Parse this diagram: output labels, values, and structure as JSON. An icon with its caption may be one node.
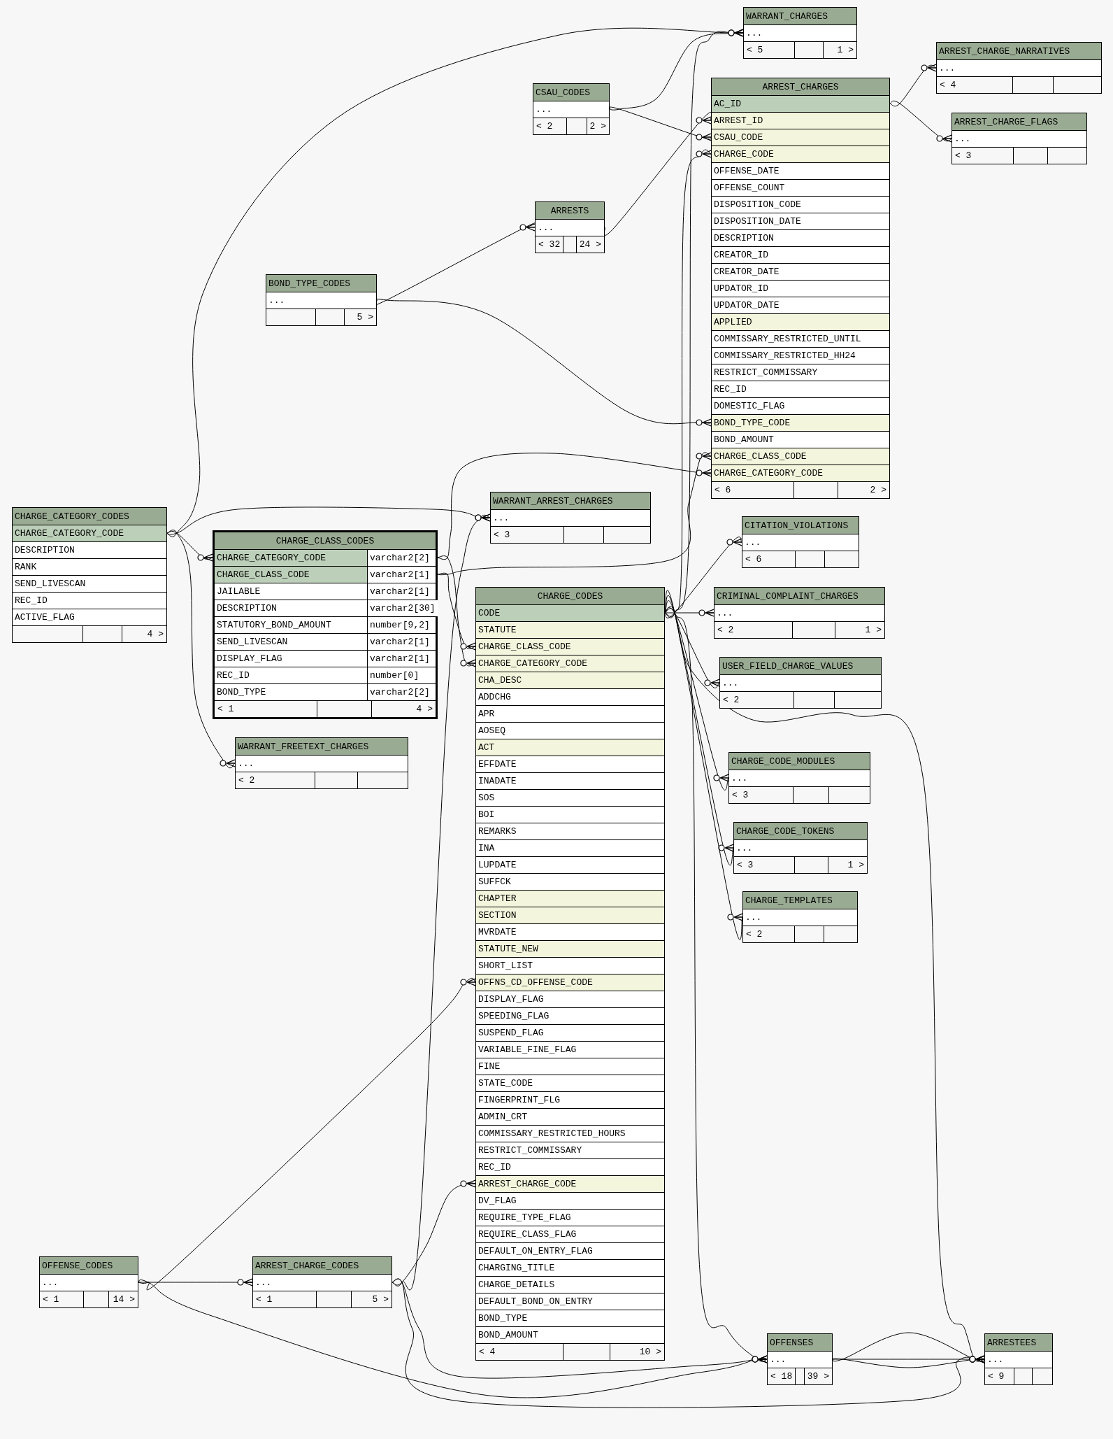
{
  "diagram": {
    "nodes": [
      {
        "text": [
          "WARRANT_CHARGES",
          "< 5",
          "1 >"
        ]
      },
      {
        "text": [
          "..."
        ],
        "in": 0
      },
      {
        "text": [
          "ARREST_CHARGE_NARRATIVES",
          "< 4"
        ]
      },
      {
        "text": [
          "..."
        ],
        "in": 2
      },
      {
        "text": [
          "CSAU_CODES",
          "< 2",
          "2 >"
        ]
      },
      {
        "text": [
          "..."
        ],
        "in": 4
      },
      {
        "text": [
          "ARREST_CHARGES",
          "< 6",
          "2 >"
        ]
      },
      {
        "text": [
          "AC_ID"
        ],
        "in": 6
      },
      {
        "text": [
          "ARREST_ID"
        ],
        "in": 6
      },
      {
        "text": [
          "CSAU_CODE"
        ],
        "in": 6
      },
      {
        "text": [
          "CHARGE_CODE"
        ],
        "in": 6
      },
      {
        "text": [
          "OFFENSE_DATE"
        ],
        "in": 6
      },
      {
        "text": [
          "OFFENSE_COUNT"
        ],
        "in": 6
      },
      {
        "text": [
          "DISPOSITION_CODE"
        ],
        "in": 6
      },
      {
        "text": [
          "DISPOSITION_DATE"
        ],
        "in": 6
      },
      {
        "text": [
          "DESCRIPTION"
        ],
        "in": 6
      },
      {
        "text": [
          "CREATOR_ID"
        ],
        "in": 6
      },
      {
        "text": [
          "CREATOR_DATE"
        ],
        "in": 6
      },
      {
        "text": [
          "UPDATOR_ID"
        ],
        "in": 6
      },
      {
        "text": [
          "UPDATOR_DATE"
        ],
        "in": 6
      },
      {
        "text": [
          "APPLIED"
        ],
        "in": 6
      },
      {
        "text": [
          "COMMISSARY_RESTRICTED_UNTIL"
        ],
        "in": 6
      },
      {
        "text": [
          "COMMISSARY_RESTRICTED_HH24"
        ],
        "in": 6
      },
      {
        "text": [
          "RESTRICT_COMMISSARY"
        ],
        "in": 6
      },
      {
        "text": [
          "REC_ID"
        ],
        "in": 6
      },
      {
        "text": [
          "DOMESTIC_FLAG"
        ],
        "in": 6
      },
      {
        "text": [
          "BOND_TYPE_CODE"
        ],
        "in": 6
      },
      {
        "text": [
          "BOND_AMOUNT"
        ],
        "in": 6
      },
      {
        "text": [
          "CHARGE_CLASS_CODE"
        ],
        "in": 6
      },
      {
        "text": [
          "CHARGE_CATEGORY_CODE"
        ],
        "in": 6
      },
      {
        "text": [
          "ARREST_CHARGE_FLAGS",
          "< 3"
        ]
      },
      {
        "text": [
          "..."
        ],
        "in": 30
      },
      {
        "text": [
          "ARRESTS",
          "< 32",
          "24 >"
        ]
      },
      {
        "text": [
          "..."
        ],
        "in": 32
      },
      {
        "text": [
          "BOND_TYPE_CODES",
          "5 >"
        ]
      },
      {
        "text": [
          "..."
        ],
        "in": 34
      },
      {
        "text": [
          "WARRANT_ARREST_CHARGES",
          "< 3"
        ]
      },
      {
        "text": [
          "..."
        ],
        "in": 36
      },
      {
        "text": [
          "CHARGE_CATEGORY_CODES",
          "4 >"
        ]
      },
      {
        "text": [
          "CHARGE_CATEGORY_CODE"
        ],
        "in": 38
      },
      {
        "text": [
          "DESCRIPTION"
        ],
        "in": 38
      },
      {
        "text": [
          "RANK"
        ],
        "in": 38
      },
      {
        "text": [
          "SEND_LIVESCAN"
        ],
        "in": 38
      },
      {
        "text": [
          "REC_ID"
        ],
        "in": 38
      },
      {
        "text": [
          "ACTIVE_FLAG"
        ],
        "in": 38
      },
      {
        "text": [
          "CHARGE_CLASS_CODES",
          "< 1",
          "4 >"
        ]
      },
      {
        "text": [
          "CHARGE_CATEGORY_CODE",
          "varchar2[2]"
        ],
        "in": 45
      },
      {
        "text": [
          "CHARGE_CLASS_CODE",
          "varchar2[1]"
        ],
        "in": 45
      },
      {
        "text": [
          "JAILABLE",
          "varchar2[1]"
        ],
        "in": 45
      },
      {
        "text": [
          "DESCRIPTION",
          "varchar2[30]"
        ],
        "in": 45
      },
      {
        "text": [
          "STATUTORY_BOND_AMOUNT",
          "number[9,2]"
        ],
        "in": 45
      },
      {
        "text": [
          "SEND_LIVESCAN",
          "varchar2[1]"
        ],
        "in": 45
      },
      {
        "text": [
          "DISPLAY_FLAG",
          "varchar2[1]"
        ],
        "in": 45
      },
      {
        "text": [
          "REC_ID",
          "number[0]"
        ],
        "in": 45
      },
      {
        "text": [
          "BOND_TYPE",
          "varchar2[2]"
        ],
        "in": 45
      },
      {
        "text": [
          "CITATION_VIOLATIONS",
          "< 6"
        ]
      },
      {
        "text": [
          "..."
        ],
        "in": 55
      },
      {
        "text": [
          "CHARGE_CODES",
          "< 4",
          "10 >"
        ]
      },
      {
        "text": [
          "CODE"
        ],
        "in": 57
      },
      {
        "text": [
          "STATUTE"
        ],
        "in": 57
      },
      {
        "text": [
          "CHARGE_CLASS_CODE"
        ],
        "in": 57
      },
      {
        "text": [
          "CHARGE_CATEGORY_CODE"
        ],
        "in": 57
      },
      {
        "text": [
          "CHA_DESC"
        ],
        "in": 57
      },
      {
        "text": [
          "ADDCHG"
        ],
        "in": 57
      },
      {
        "text": [
          "APR"
        ],
        "in": 57
      },
      {
        "text": [
          "AOSEQ"
        ],
        "in": 57
      },
      {
        "text": [
          "ACT"
        ],
        "in": 57
      },
      {
        "text": [
          "EFFDATE"
        ],
        "in": 57
      },
      {
        "text": [
          "INADATE"
        ],
        "in": 57
      },
      {
        "text": [
          "SOS"
        ],
        "in": 57
      },
      {
        "text": [
          "BOI"
        ],
        "in": 57
      },
      {
        "text": [
          "REMARKS"
        ],
        "in": 57
      },
      {
        "text": [
          "INA"
        ],
        "in": 57
      },
      {
        "text": [
          "LUPDATE"
        ],
        "in": 57
      },
      {
        "text": [
          "SUFFCK"
        ],
        "in": 57
      },
      {
        "text": [
          "CHAPTER"
        ],
        "in": 57
      },
      {
        "text": [
          "SECTION"
        ],
        "in": 57
      },
      {
        "text": [
          "MVRDATE"
        ],
        "in": 57
      },
      {
        "text": [
          "STATUTE_NEW"
        ],
        "in": 57
      },
      {
        "text": [
          "SHORT_LIST"
        ],
        "in": 57
      },
      {
        "text": [
          "OFFNS_CD_OFFENSE_CODE"
        ],
        "in": 57
      },
      {
        "text": [
          "DISPLAY_FLAG"
        ],
        "in": 57
      },
      {
        "text": [
          "SPEEDING_FLAG"
        ],
        "in": 57
      },
      {
        "text": [
          "SUSPEND_FLAG"
        ],
        "in": 57
      },
      {
        "text": [
          "VARIABLE_FINE_FLAG"
        ],
        "in": 57
      },
      {
        "text": [
          "FINE"
        ],
        "in": 57
      },
      {
        "text": [
          "STATE_CODE"
        ],
        "in": 57
      },
      {
        "text": [
          "FINGERPRINT_FLG"
        ],
        "in": 57
      },
      {
        "text": [
          "ADMIN_CRT"
        ],
        "in": 57
      },
      {
        "text": [
          "COMMISSARY_RESTRICTED_HOURS"
        ],
        "in": 57
      },
      {
        "text": [
          "RESTRICT_COMMISSARY"
        ],
        "in": 57
      },
      {
        "text": [
          "REC_ID"
        ],
        "in": 57
      },
      {
        "text": [
          "ARREST_CHARGE_CODE"
        ],
        "in": 57
      },
      {
        "text": [
          "DV_FLAG"
        ],
        "in": 57
      },
      {
        "text": [
          "REQUIRE_TYPE_FLAG"
        ],
        "in": 57
      },
      {
        "text": [
          "REQUIRE_CLASS_FLAG"
        ],
        "in": 57
      },
      {
        "text": [
          "DEFAULT_ON_ENTRY_FLAG"
        ],
        "in": 57
      },
      {
        "text": [
          "CHARGING_TITLE"
        ],
        "in": 57
      },
      {
        "text": [
          "CHARGE_DETAILS"
        ],
        "in": 57
      },
      {
        "text": [
          "DEFAULT_BOND_ON_ENTRY"
        ],
        "in": 57
      },
      {
        "text": [
          "BOND_TYPE"
        ],
        "in": 57
      },
      {
        "text": [
          "BOND_AMOUNT"
        ],
        "in": 57
      },
      {
        "text": [
          "CRIMINAL_COMPLAINT_CHARGES",
          "< 2",
          "1 >"
        ]
      },
      {
        "text": [
          "..."
        ],
        "in": 102
      },
      {
        "text": [
          "USER_FIELD_CHARGE_VALUES",
          "< 2"
        ]
      },
      {
        "text": [
          "..."
        ],
        "in": 104
      },
      {
        "text": [
          "WARRANT_FREETEXT_CHARGES",
          "< 2"
        ]
      },
      {
        "text": [
          "..."
        ],
        "in": 106
      },
      {
        "text": [
          "CHARGE_CODE_MODULES",
          "< 3"
        ]
      },
      {
        "text": [
          "..."
        ],
        "in": 108
      },
      {
        "text": [
          "CHARGE_CODE_TOKENS",
          "< 3",
          "1 >"
        ]
      },
      {
        "text": [
          "..."
        ],
        "in": 110
      },
      {
        "text": [
          "CHARGE_TEMPLATES",
          "< 2"
        ]
      },
      {
        "text": [
          "..."
        ],
        "in": 112
      },
      {
        "text": [
          "OFFENSE_CODES",
          "< 1",
          "14 >"
        ]
      },
      {
        "text": [
          "..."
        ],
        "in": 114
      },
      {
        "text": [
          "ARREST_CHARGE_CODES",
          "< 1",
          "5 >"
        ]
      },
      {
        "text": [
          "..."
        ],
        "in": 116
      },
      {
        "text": [
          "OFFENSES",
          "< 18",
          "39 >"
        ]
      },
      {
        "text": [
          "..."
        ],
        "in": 118
      },
      {
        "text": [
          "ARRESTEES",
          "< 9"
        ]
      },
      {
        "text": [
          "..."
        ],
        "in": 120
      }
    ],
    "edges": [
      {
        "from": 39,
        "to": 1,
        "arrow": "other"
      },
      {
        "from": 39,
        "to": 37,
        "arrow": "other"
      },
      {
        "from": 39,
        "to": 46,
        "arrow": "other"
      },
      {
        "from": 39,
        "to": 107,
        "arrow": "other"
      },
      {
        "from": 46,
        "to": 29,
        "arrow": "other"
      },
      {
        "from": 46,
        "to": 61,
        "arrow": "other"
      },
      {
        "from": 47,
        "to": 28,
        "arrow": "other"
      },
      {
        "from": 47,
        "to": 60,
        "arrow": "other"
      },
      {
        "from": 5,
        "to": 9,
        "arrow": "other"
      },
      {
        "from": 5,
        "to": 1,
        "arrow": "other"
      },
      {
        "from": 33,
        "to": 8,
        "arrow": "other"
      },
      {
        "from": 35,
        "to": 33,
        "arrow": "other"
      },
      {
        "from": 35,
        "to": 26,
        "arrow": "other"
      },
      {
        "from": 7,
        "to": 3,
        "arrow": "other"
      },
      {
        "from": 7,
        "to": 31,
        "arrow": "other"
      },
      {
        "from": 58,
        "to": 10,
        "arrow": "other"
      },
      {
        "from": 58,
        "to": 1,
        "arrow": "other"
      },
      {
        "from": 58,
        "to": 56,
        "arrow": "other"
      },
      {
        "from": 58,
        "to": 103,
        "arrow": "other"
      },
      {
        "from": 58,
        "to": 105,
        "arrow": "other"
      },
      {
        "from": 58,
        "to": 109,
        "arrow": "other"
      },
      {
        "from": 58,
        "to": 111,
        "arrow": "other"
      },
      {
        "from": 58,
        "to": 113,
        "arrow": "other"
      },
      {
        "from": 58,
        "to": 119,
        "arrow": "other"
      },
      {
        "from": 58,
        "to": 121,
        "arrow": "other"
      },
      {
        "from": 115,
        "to": 80,
        "arrow": "other"
      },
      {
        "from": 115,
        "to": 117,
        "arrow": "other"
      },
      {
        "from": 115,
        "to": 119,
        "arrow": "other"
      },
      {
        "from": 117,
        "to": 92,
        "arrow": "other"
      },
      {
        "from": 117,
        "to": 37,
        "arrow": "other"
      },
      {
        "from": 117,
        "to": 119,
        "arrow": "other"
      },
      {
        "from": 117,
        "to": 121,
        "arrow": "other"
      },
      {
        "from": 119,
        "to": 121,
        "arrow": "other"
      },
      {
        "from": 119,
        "to": 121,
        "arrow": "other"
      },
      {
        "from": 119,
        "to": 121,
        "arrow": "other"
      }
    ]
  }
}
